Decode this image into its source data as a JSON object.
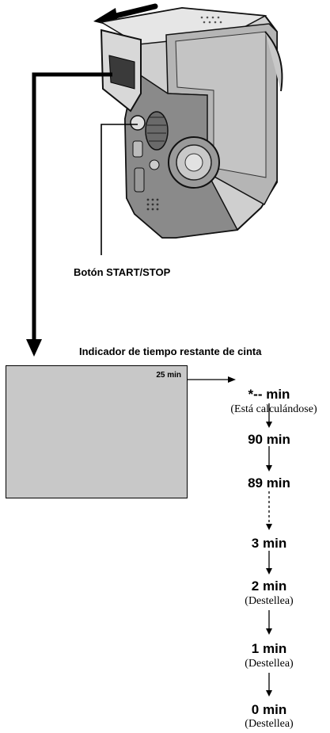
{
  "labels": {
    "start_stop_button": "Botón START/STOP",
    "indicator_title": "Indicador de tiempo restante de cinta",
    "screen_value": "25 min"
  },
  "sequence": [
    {
      "value": "*-- min",
      "note": "(Está calculándose)"
    },
    {
      "value": "90 min",
      "note": ""
    },
    {
      "value": "89 min",
      "note": ""
    },
    {
      "value": "3 min",
      "note": ""
    },
    {
      "value": "2 min",
      "note": "(Destellea)"
    },
    {
      "value": "1 min",
      "note": "(Destellea)"
    },
    {
      "value": "0 min",
      "note": "(Destellea)"
    }
  ]
}
